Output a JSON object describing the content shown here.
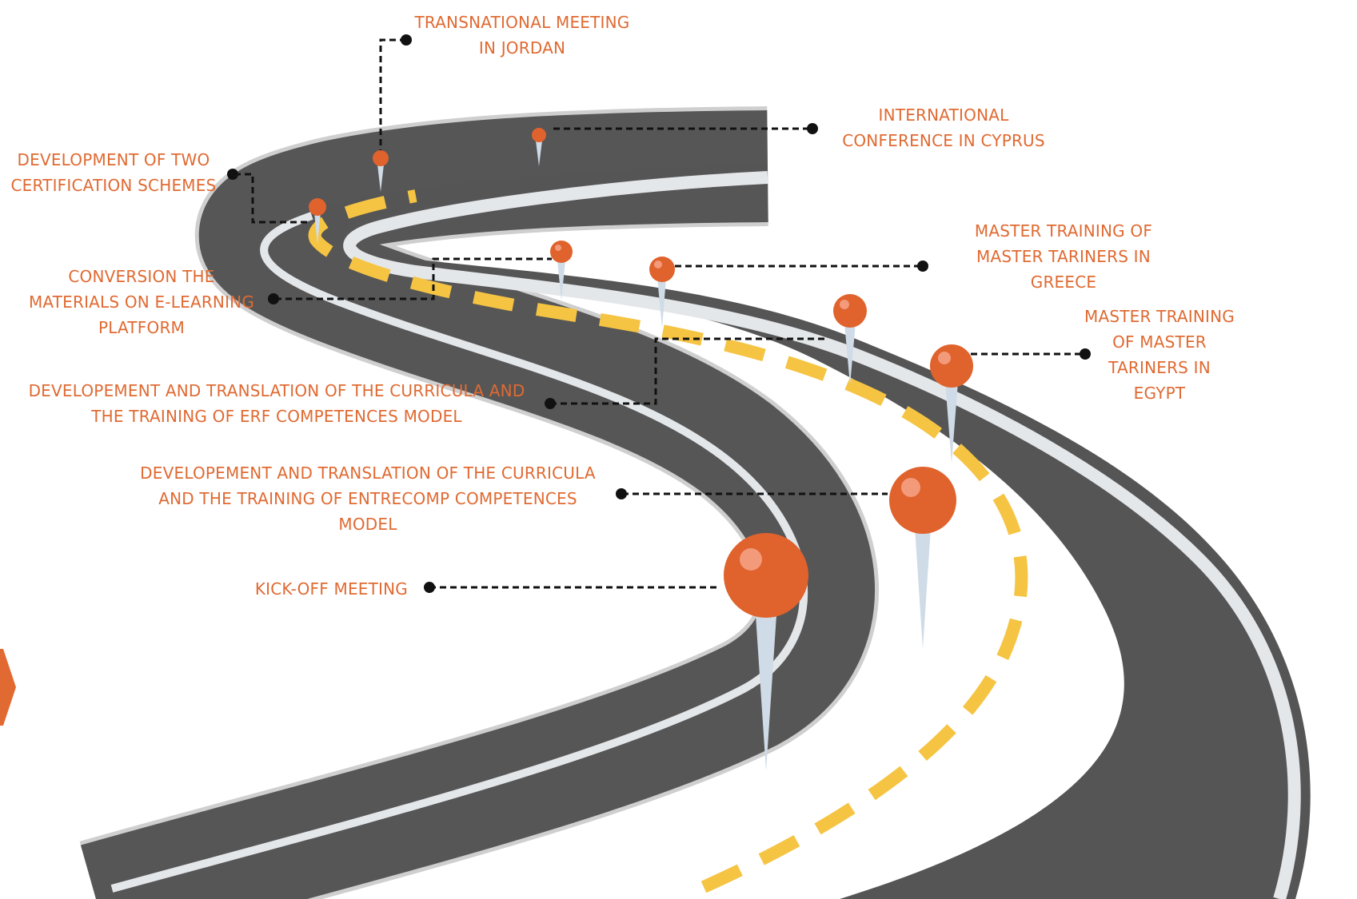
{
  "colors": {
    "accent": "#e06a32",
    "road": "#565656",
    "road_dark": "#3a3a3a",
    "edge": "#d9dde2",
    "center_line": "#f6c443",
    "pin_head": "#e0622c",
    "pin_needle": "#cfdbe6",
    "connector": "#111111"
  },
  "milestones": [
    {
      "id": "transnational-meeting-jordan",
      "lines": [
        "TRANSNATIONAL MEETING",
        "IN JORDAN"
      ]
    },
    {
      "id": "international-conference-cyprus",
      "lines": [
        "INTERNATIONAL",
        "CONFERENCE IN CYPRUS"
      ]
    },
    {
      "id": "development-two-certification-schemes",
      "lines": [
        "DEVELOPMENT OF TWO",
        "CERTIFICATION SCHEMES"
      ]
    },
    {
      "id": "master-training-greece",
      "lines": [
        "MASTER TRAINING OF",
        "MASTER TARINERS IN",
        "GREECE"
      ]
    },
    {
      "id": "conversion-materials-elearning",
      "lines": [
        "CONVERSION THE",
        "MATERIALS ON E-LEARNING",
        "PLATFORM"
      ]
    },
    {
      "id": "master-training-egypt",
      "lines": [
        "MASTER TRAINING",
        "OF MASTER",
        "TARINERS IN",
        "EGYPT"
      ]
    },
    {
      "id": "erf-competences-model",
      "lines": [
        "DEVELOPEMENT AND TRANSLATION OF THE CURRICULA AND",
        "THE TRAINING OF ERF COMPETENCES MODEL"
      ]
    },
    {
      "id": "entrecomp-competences-model",
      "lines": [
        "DEVELOPEMENT AND TRANSLATION OF THE CURRICULA",
        "AND THE TRAINING OF ENTRECOMP COMPETENCES",
        "MODEL"
      ]
    },
    {
      "id": "kick-off-meeting",
      "lines": [
        "KICK-OFF MEETING"
      ]
    }
  ]
}
